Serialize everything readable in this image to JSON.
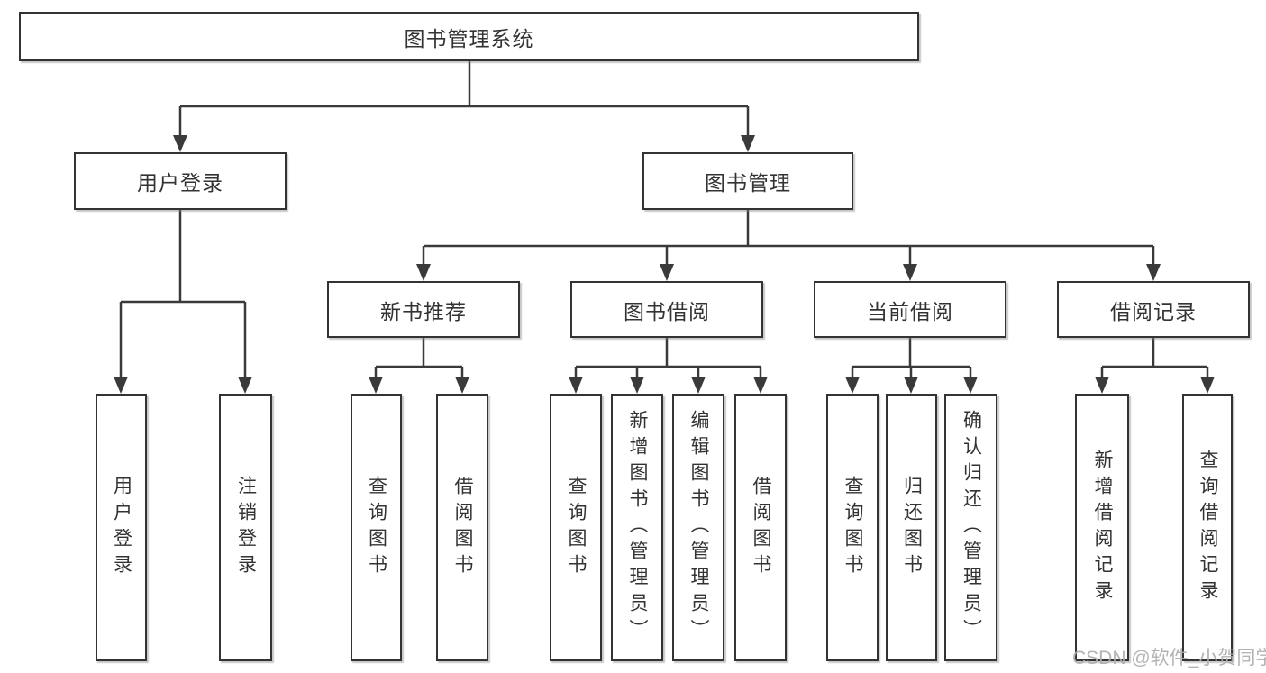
{
  "diagram": {
    "type": "tree-hierarchy",
    "colors": {
      "line": "#3a3a3a",
      "box_border": "#333333",
      "text": "#333333",
      "background": "#ffffff",
      "watermark_text_color": "#acacac"
    },
    "watermark": "CSDN @软件_小贺同学"
  },
  "tree": {
    "label": "图书管理系统",
    "children": [
      {
        "label": "用户登录",
        "children": [
          {
            "label": "用户登录"
          },
          {
            "label": "注销登录"
          }
        ]
      },
      {
        "label": "图书管理",
        "children": [
          {
            "label": "新书推荐",
            "children": [
              {
                "label": "查询图书"
              },
              {
                "label": "借阅图书"
              }
            ]
          },
          {
            "label": "图书借阅",
            "children": [
              {
                "label": "查询图书"
              },
              {
                "label": "新增图书（管理员）"
              },
              {
                "label": "编辑图书（管理员）"
              },
              {
                "label": "借阅图书"
              }
            ]
          },
          {
            "label": "当前借阅",
            "children": [
              {
                "label": "查询图书"
              },
              {
                "label": "归还图书"
              },
              {
                "label": "确认归还（管理员）"
              }
            ]
          },
          {
            "label": "借阅记录",
            "children": [
              {
                "label": "新增借阅记录"
              },
              {
                "label": "查询借阅记录"
              }
            ]
          }
        ]
      }
    ]
  }
}
